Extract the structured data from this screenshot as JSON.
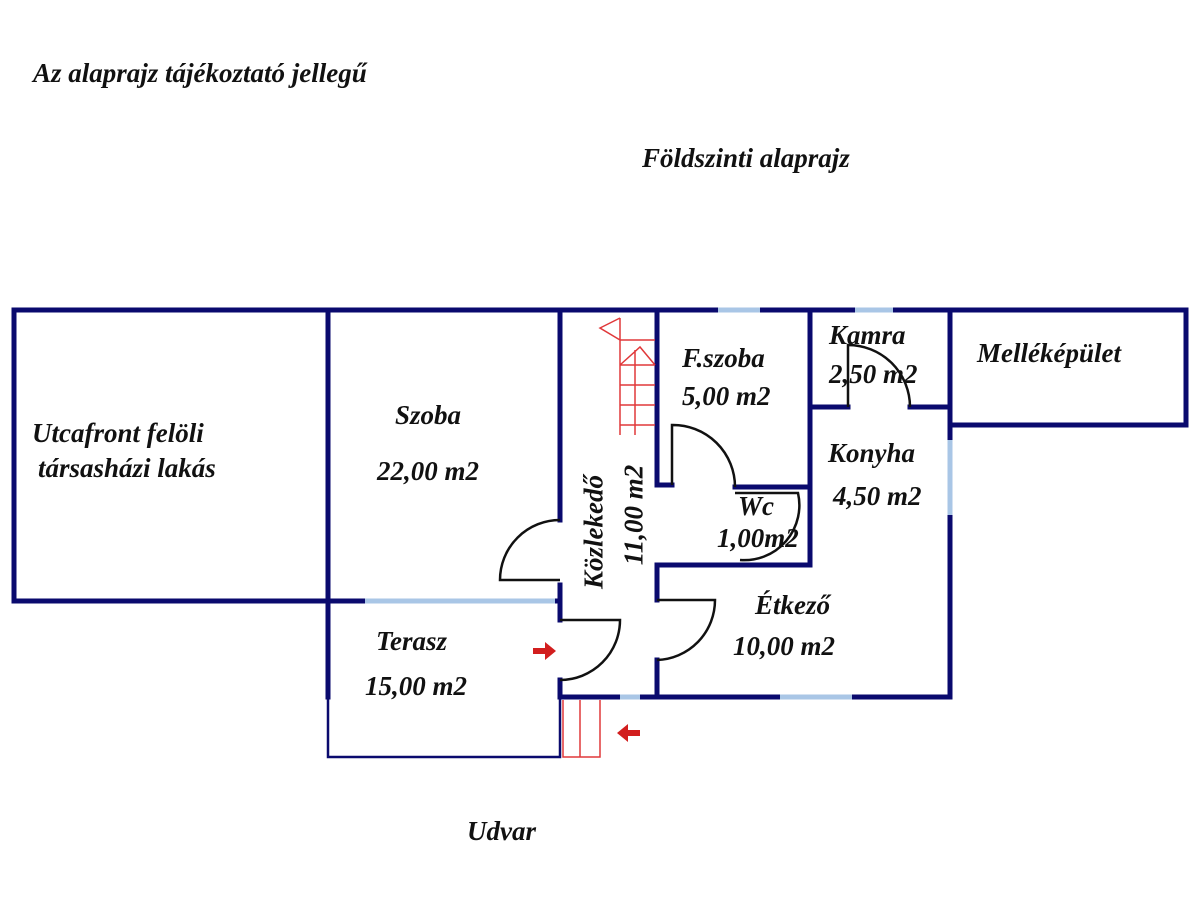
{
  "note": "Az alaprajz tájékoztató jellegű",
  "title": "Földszinti alaprajz",
  "rooms": {
    "neighbor": {
      "line1": "Utcafront felöli",
      "line2": "társasházi lakás"
    },
    "szoba": {
      "name": "Szoba",
      "area": "22,00 m2"
    },
    "kozlekedo": {
      "name": "Közlekedő",
      "area": "11,00 m2"
    },
    "fszoba": {
      "name": "F.szoba",
      "area": "5,00 m2"
    },
    "kamra": {
      "name": "Kamra",
      "area": "2,50 m2"
    },
    "mellek": {
      "name": "Melléképület"
    },
    "konyha": {
      "name": "Konyha",
      "area": "4,50 m2"
    },
    "wc": {
      "name": "Wc",
      "area": "1,00m2"
    },
    "etkezo": {
      "name": "Étkező",
      "area": "10,00 m2"
    },
    "terasz": {
      "name": "Terasz",
      "area": "15,00 m2"
    }
  },
  "yard": "Udvar",
  "colors": {
    "wall": "#0a0a6e",
    "window": "#a9c6e6",
    "stairs": "#e0383a",
    "arrow": "#d21e1e"
  }
}
